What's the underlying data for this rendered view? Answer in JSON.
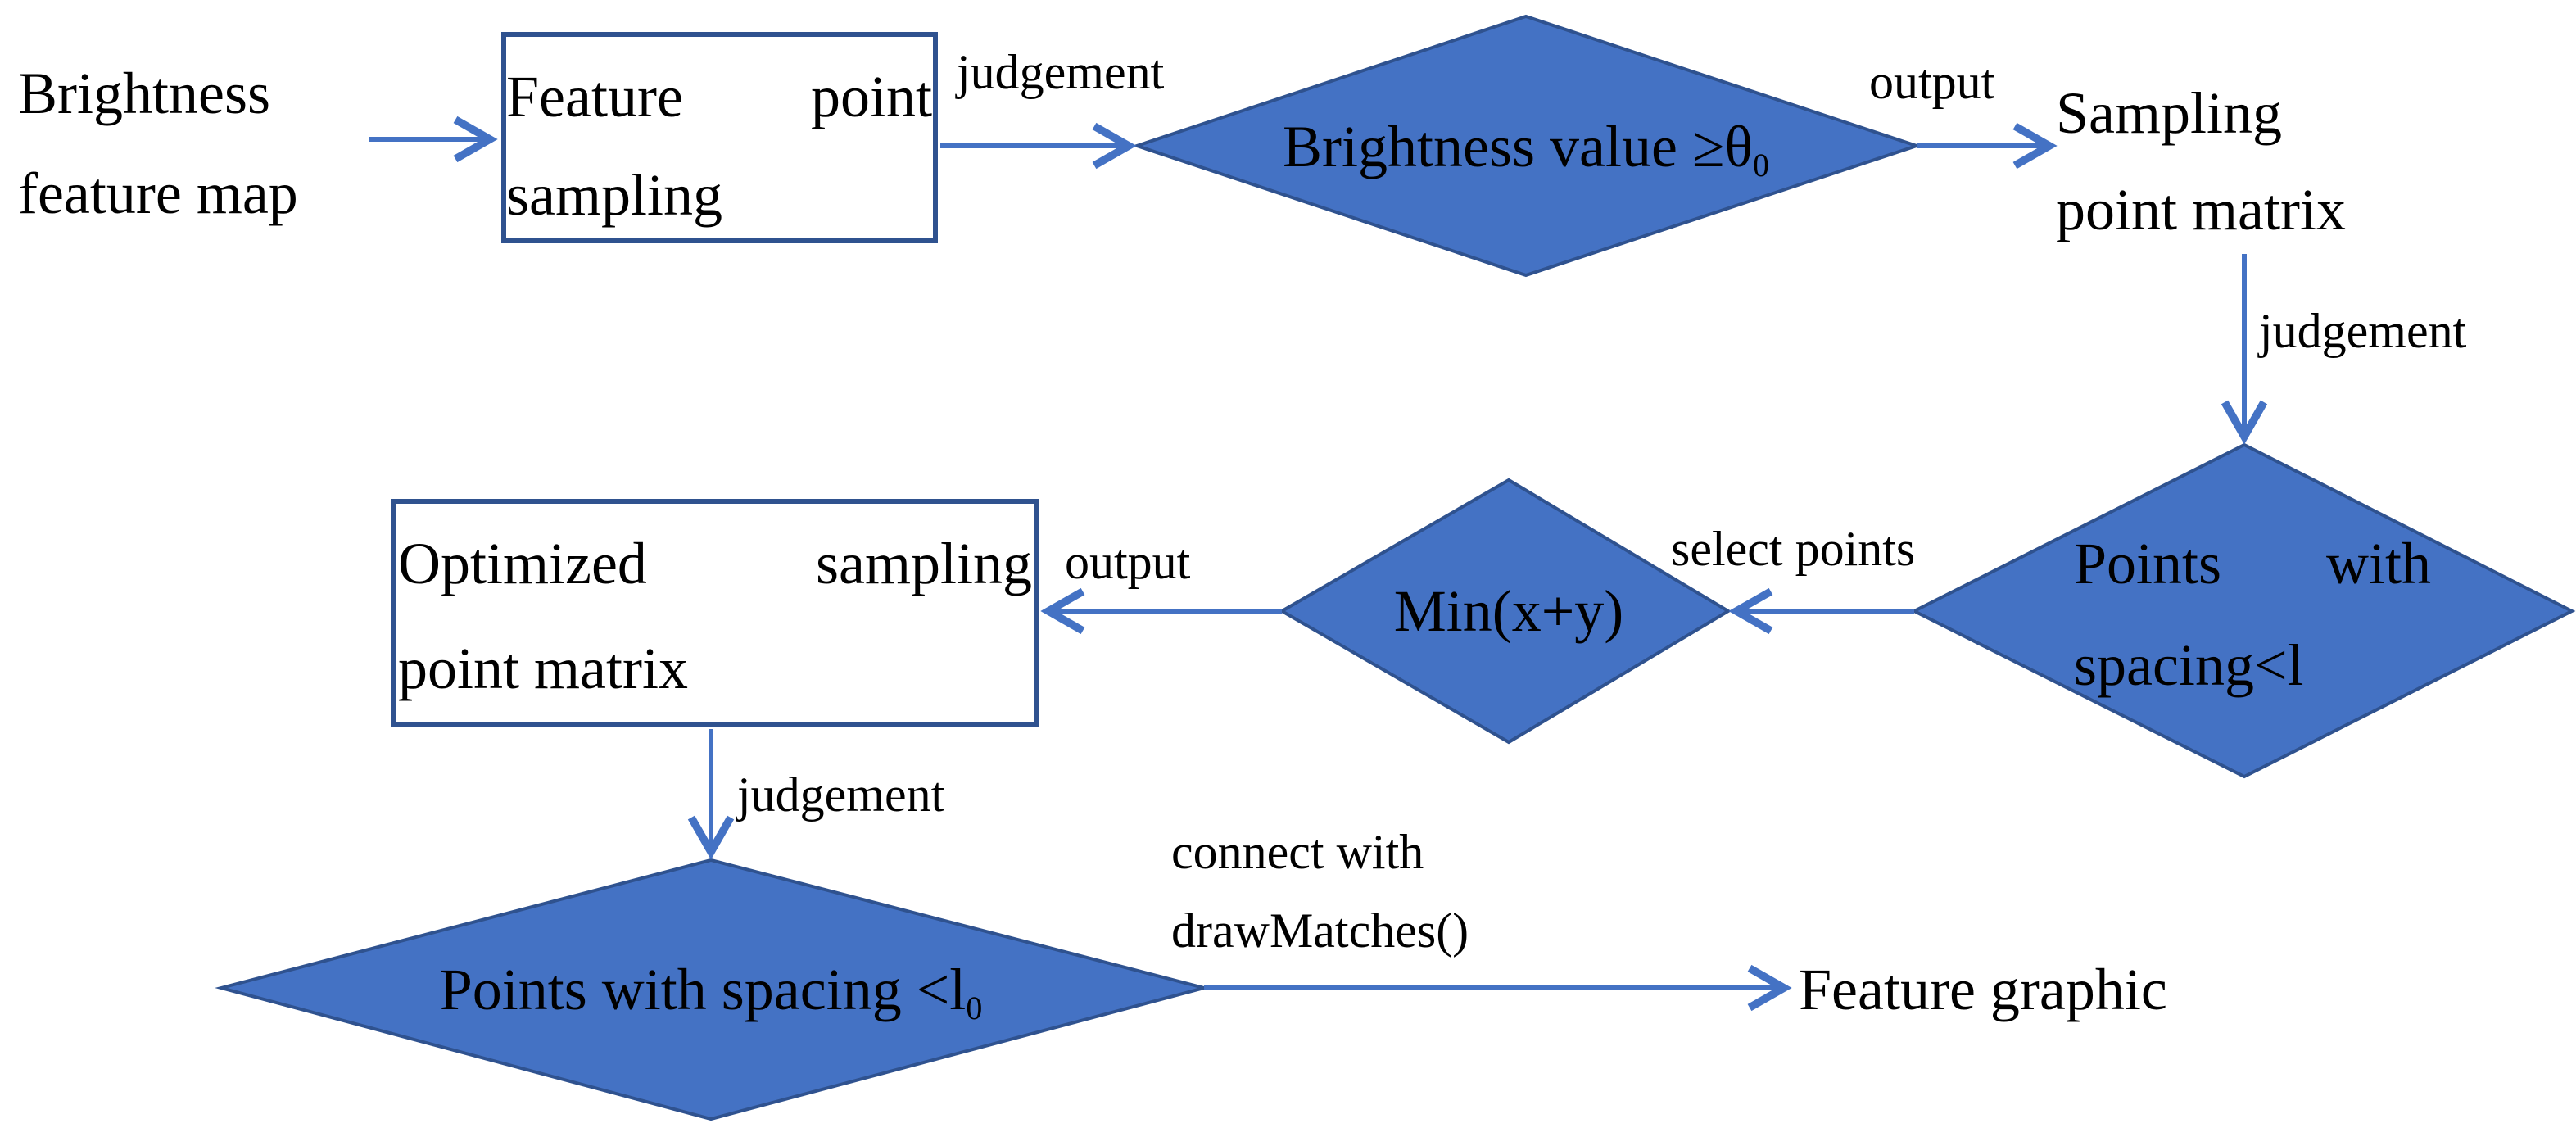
{
  "nodes": {
    "brightness_map": {
      "line1": "Brightness",
      "line2": "feature map"
    },
    "feature_sampling": {
      "line1_left": "Feature",
      "line1_right": "point",
      "line2": "sampling"
    },
    "brightness_decision": {
      "text": "Brightness value ≥θ",
      "subscript": "0"
    },
    "sampling_matrix": {
      "line1": "Sampling",
      "line2": "point matrix"
    },
    "spacing_decision": {
      "line1_left": "Points",
      "line1_right": "with",
      "line2": "spacing<l"
    },
    "min_decision": {
      "text": "Min(x+y)"
    },
    "optimized_matrix": {
      "line1_left": "Optimized",
      "line1_right": "sampling",
      "line2": "point matrix"
    },
    "spacing0_decision": {
      "text": "Points with spacing <l",
      "subscript": "0"
    },
    "feature_graphic": {
      "text": "Feature graphic"
    }
  },
  "edges": {
    "sampling_to_brightness": "judgement",
    "brightness_to_matrix": "output",
    "matrix_to_spacing": "judgement",
    "spacing_to_min": "select points",
    "min_to_optimized": "output",
    "optimized_to_spacing0": "judgement",
    "spacing0_to_graphic_line1": "connect with",
    "spacing0_to_graphic_line2": "drawMatches()"
  },
  "colors": {
    "diamond_fill": "#4472C4",
    "diamond_stroke": "#2F528F",
    "arrow": "#4472C4",
    "box_stroke": "#2F528F"
  }
}
